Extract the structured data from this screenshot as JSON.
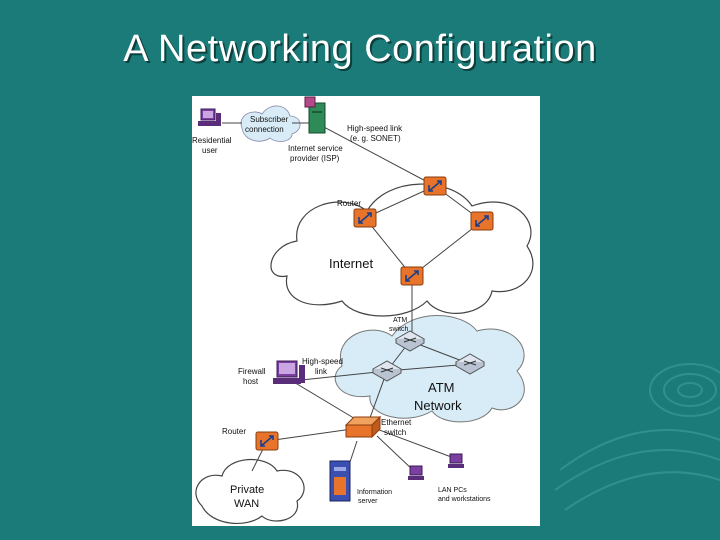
{
  "slide": {
    "title": "A Networking Configuration"
  },
  "colors": {
    "background": "#1a7b78",
    "router": "#e8732a",
    "atm_switch": "#dfe6ef",
    "workstation": "#7a3fa0",
    "isp_server": "#2e8b57",
    "info_server": "#3a4fb0"
  },
  "diagram": {
    "labels": {
      "residential_user": [
        "Residential",
        "user"
      ],
      "subscriber_connection": [
        "Subscriber",
        "connection"
      ],
      "isp": [
        "Internet service",
        "provider (ISP)"
      ],
      "high_speed_link_top": [
        "High-speed link",
        "(e. g. SONET)"
      ],
      "router_top": "Router",
      "internet": "Internet",
      "atm_switch": [
        "ATM",
        "switch"
      ],
      "firewall_host": [
        "Firewall",
        "host"
      ],
      "high_speed_link_mid": [
        "High-speed",
        "link"
      ],
      "atm_network": [
        "ATM",
        "Network"
      ],
      "router_bottom": "Router",
      "ethernet_switch": [
        "Ethernet",
        "switch"
      ],
      "private_wan": [
        "Private",
        "WAN"
      ],
      "information_server": [
        "Information",
        "server"
      ],
      "lan_pcs": [
        "LAN PCs",
        "and workstations"
      ]
    }
  }
}
